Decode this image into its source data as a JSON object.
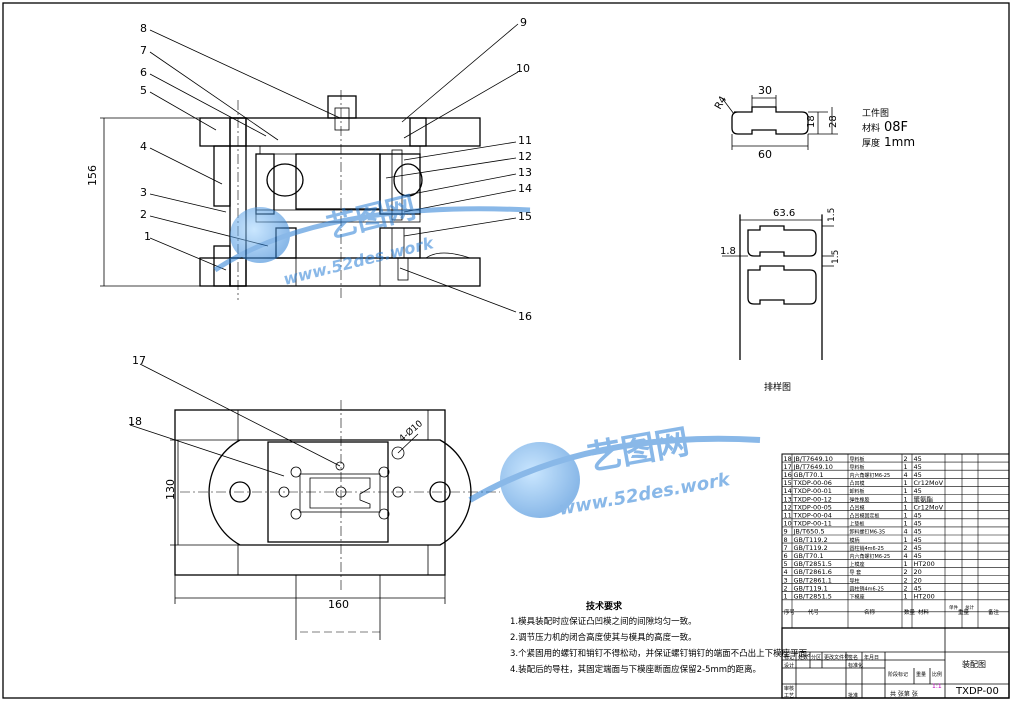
{
  "balloons": [
    "1",
    "2",
    "3",
    "4",
    "5",
    "6",
    "7",
    "8",
    "9",
    "10",
    "11",
    "12",
    "13",
    "14",
    "15",
    "16",
    "17",
    "18"
  ],
  "dims": {
    "height_156": "156",
    "height_130": "130",
    "width_160": "160",
    "phi10": "4-Ø10",
    "part_30": "30",
    "part_60": "60",
    "part_18": "18",
    "part_28": "28",
    "part_r4": "R4",
    "strip_63_6": "63.6",
    "strip_1_5a": "1.5",
    "strip_1_8": "1.8",
    "strip_1_5b": "1.5"
  },
  "workpiece": {
    "title": "工件图",
    "material_label": "材料",
    "material": "08F",
    "thickness_label": "厚度",
    "thickness": "1mm"
  },
  "strip_title": "排样图",
  "tech": {
    "title": "技术要求",
    "lines": [
      "1.模具装配时应保证凸凹模之间的间隙均匀一致。",
      "2.调节压力机的闭合高度使其与模具的高度一致。",
      "3.个紧固用的螺钉和销钉不得松动，并保证螺钉销钉的端面不凸出上下模座平面。",
      "4.装配后的导柱，其固定端面与下模座断面应保留2-5mm的距离。"
    ]
  },
  "bom": [
    {
      "no": "18",
      "code": "JB/T7649.10",
      "name": "导料板",
      "qty": "2",
      "mat": "45"
    },
    {
      "no": "17",
      "code": "JB/T7649.10",
      "name": "导料板",
      "qty": "1",
      "mat": "45"
    },
    {
      "no": "16",
      "code": "GB/T70.1",
      "name": "内六角螺钉M6-25",
      "qty": "4",
      "mat": "45"
    },
    {
      "no": "15",
      "code": "TXDP-00-06",
      "name": "凸凹模",
      "qty": "1",
      "mat": "Cr12MoV"
    },
    {
      "no": "14",
      "code": "TXDP-00-01",
      "name": "卸料板",
      "qty": "1",
      "mat": "45"
    },
    {
      "no": "13",
      "code": "TXDP-00-12",
      "name": "弹性橡胶",
      "qty": "1",
      "mat": "聚氨酯"
    },
    {
      "no": "12",
      "code": "TXDP-00-05",
      "name": "凸凹模",
      "qty": "1",
      "mat": "Cr12MoV"
    },
    {
      "no": "11",
      "code": "TXDP-00-04",
      "name": "凸凹模固定板",
      "qty": "1",
      "mat": "45"
    },
    {
      "no": "10",
      "code": "TXDP-00-11",
      "name": "上垫板",
      "qty": "1",
      "mat": "45"
    },
    {
      "no": "9",
      "code": "JB/T650.5",
      "name": "卸料螺钉M6-35",
      "qty": "4",
      "mat": "45"
    },
    {
      "no": "8",
      "code": "GB/T119.2",
      "name": "模柄",
      "qty": "1",
      "mat": "45"
    },
    {
      "no": "7",
      "code": "GB/T119.2",
      "name": "圆柱销4m6-25",
      "qty": "2",
      "mat": "45"
    },
    {
      "no": "6",
      "code": "GB/T70.1",
      "name": "内六角螺钉M6-25",
      "qty": "4",
      "mat": "45"
    },
    {
      "no": "5",
      "code": "GB/T2851.5",
      "name": "上模座",
      "qty": "1",
      "mat": "HT200"
    },
    {
      "no": "4",
      "code": "GB/T2861.6",
      "name": "导 套",
      "qty": "2",
      "mat": "20"
    },
    {
      "no": "3",
      "code": "GB/T2861.1",
      "name": "导柱",
      "qty": "2",
      "mat": "20"
    },
    {
      "no": "2",
      "code": "GB/T119.1",
      "name": "圆柱销4m6-25",
      "qty": "2",
      "mat": "45"
    },
    {
      "no": "1",
      "code": "GB/T2851.5",
      "name": "下模座",
      "qty": "1",
      "mat": "HT200"
    }
  ],
  "bom_header": {
    "no": "序号",
    "code": "代号",
    "name": "名称",
    "qty": "数量",
    "mat": "材料",
    "unit_w": "单件",
    "total_w": "总计",
    "weight": "重量",
    "note": "备注"
  },
  "title_block": {
    "title": "装配图",
    "drawing_no": "TXDP-00",
    "scale_label": "比例",
    "scale": "1:1",
    "weight_label": "重量",
    "stage_label": "阶段标记",
    "sheets": "共  张第  张",
    "labels": [
      "标记",
      "处数",
      "分区",
      "更改文件号",
      "签名",
      "年月日",
      "设计",
      "标准化",
      "审核",
      "工艺",
      "批准"
    ]
  },
  "watermark": {
    "brand": "艺图网",
    "url": "www.52des.work"
  }
}
